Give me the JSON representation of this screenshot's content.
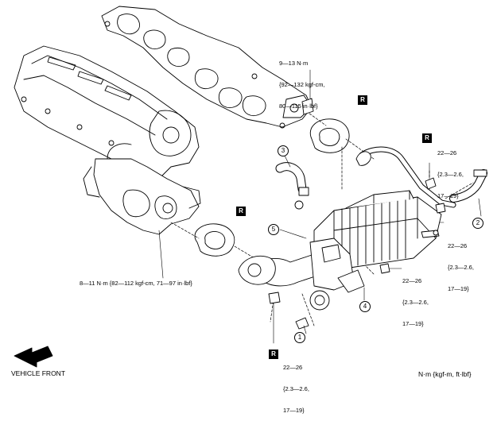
{
  "torque_labels": {
    "top_bolts": [
      "9—13 N·m",
      "{92—132 kgf-cm,",
      "80—115 in·lbf}"
    ],
    "left_nuts": "8—11 N·m {82—112 kgf-cm, 71—97 in·lbf}",
    "right_upper": [
      "22—26",
      "{2.3—2.6,",
      "17—19}"
    ],
    "right_mid": [
      "22—26",
      "{2.3—2.6,",
      "17—19}"
    ],
    "center_nut": [
      "22—26",
      "{2.3—2.6,",
      "17—19}"
    ],
    "bottom_nut": [
      "22—26",
      "{2.3—2.6,",
      "17—19}"
    ]
  },
  "replace_marker": "R",
  "callouts": [
    "1",
    "2",
    "3",
    "4",
    "5"
  ],
  "footer": {
    "vehicle_front": "VEHICLE FRONT",
    "units": "N·m {kgf-m, ft·lbf}"
  }
}
